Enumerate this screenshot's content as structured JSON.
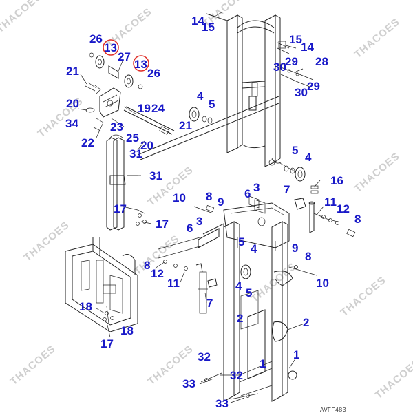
{
  "watermark": "THACOES",
  "drawing_code": "AVFF483",
  "highlighted_part": "13",
  "callouts": {
    "c14a": "14",
    "c15a": "15",
    "c15b": "15",
    "c14b": "14",
    "c26a": "26",
    "c13a": "13",
    "c27": "27",
    "c13b": "13",
    "c26b": "26",
    "c28": "28",
    "c30a": "30",
    "c29a": "29",
    "c30b": "30",
    "c29b": "29",
    "c21a": "21",
    "c20a": "20",
    "c19": "19",
    "c24": "24",
    "c34": "34",
    "c23": "23",
    "c22": "22",
    "c25": "25",
    "c20b": "20",
    "c21b": "21",
    "c31a": "31",
    "c4a": "4",
    "c5a": "5",
    "c31b": "31",
    "c5b": "5",
    "c4b": "4",
    "c16": "16",
    "c6a": "6",
    "c3a": "3",
    "c7a": "7",
    "c10a": "10",
    "c8a": "8",
    "c9a": "9",
    "c11a": "11",
    "c12a": "12",
    "c8b": "8",
    "c17a": "17",
    "c17b": "17",
    "c6b": "6",
    "c3b": "3",
    "c5c": "5",
    "c4c": "4",
    "c9b": "9",
    "c8c": "8",
    "c8d": "8",
    "c12b": "12",
    "c11b": "11",
    "c10b": "10",
    "c4d": "4",
    "c5d": "5",
    "c7b": "7",
    "c18a": "18",
    "c18b": "18",
    "c17c": "17",
    "c2a": "2",
    "c2b": "2",
    "c1a": "1",
    "c1b": "1",
    "c32a": "32",
    "c33a": "33",
    "c32b": "32",
    "c33b": "33"
  }
}
